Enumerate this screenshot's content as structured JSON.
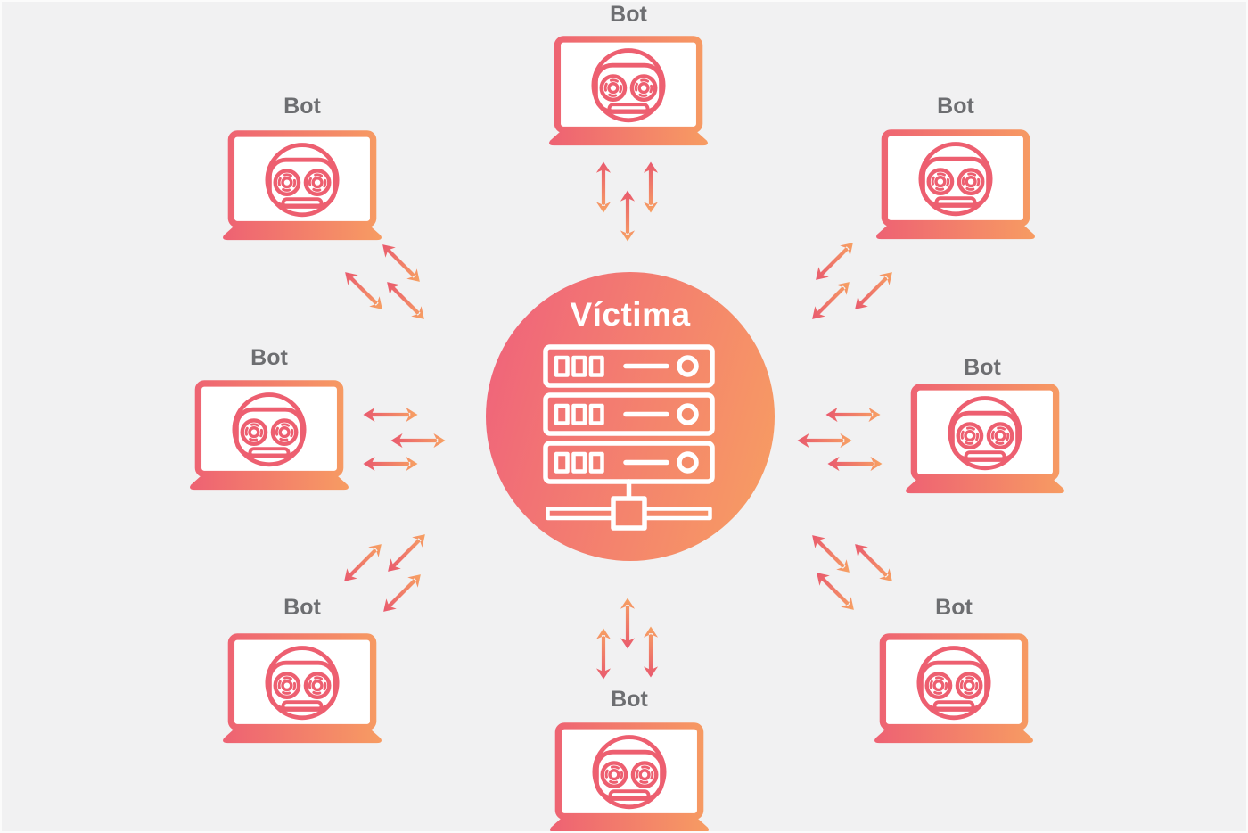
{
  "diagram": {
    "type": "botnet-ddos-illustration",
    "victim": {
      "label": "Víctima",
      "icon": "server-rack-icon"
    },
    "bots": [
      {
        "id": "bot-top",
        "label": "Bot",
        "icon": "robot-laptop-icon"
      },
      {
        "id": "bot-top-left",
        "label": "Bot",
        "icon": "robot-laptop-icon"
      },
      {
        "id": "bot-top-right",
        "label": "Bot",
        "icon": "robot-laptop-icon"
      },
      {
        "id": "bot-mid-left",
        "label": "Bot",
        "icon": "robot-laptop-icon"
      },
      {
        "id": "bot-mid-right",
        "label": "Bot",
        "icon": "robot-laptop-icon"
      },
      {
        "id": "bot-bottom-left",
        "label": "Bot",
        "icon": "robot-laptop-icon"
      },
      {
        "id": "bot-bottom-right",
        "label": "Bot",
        "icon": "robot-laptop-icon"
      },
      {
        "id": "bot-bottom",
        "label": "Bot",
        "icon": "robot-laptop-icon"
      }
    ],
    "connections": {
      "icon": "double-arrow-icon",
      "arrows_per_connection": 3,
      "bidirectional": true
    },
    "colors": {
      "background": "#f1f1f2",
      "gradient_pink": "#ee6277",
      "gradient_orange": "#f79b63",
      "arrow_red": "#e95a6e",
      "arrow_orange": "#f7a163",
      "label_gray": "#6d6e71",
      "white": "#ffffff"
    }
  }
}
